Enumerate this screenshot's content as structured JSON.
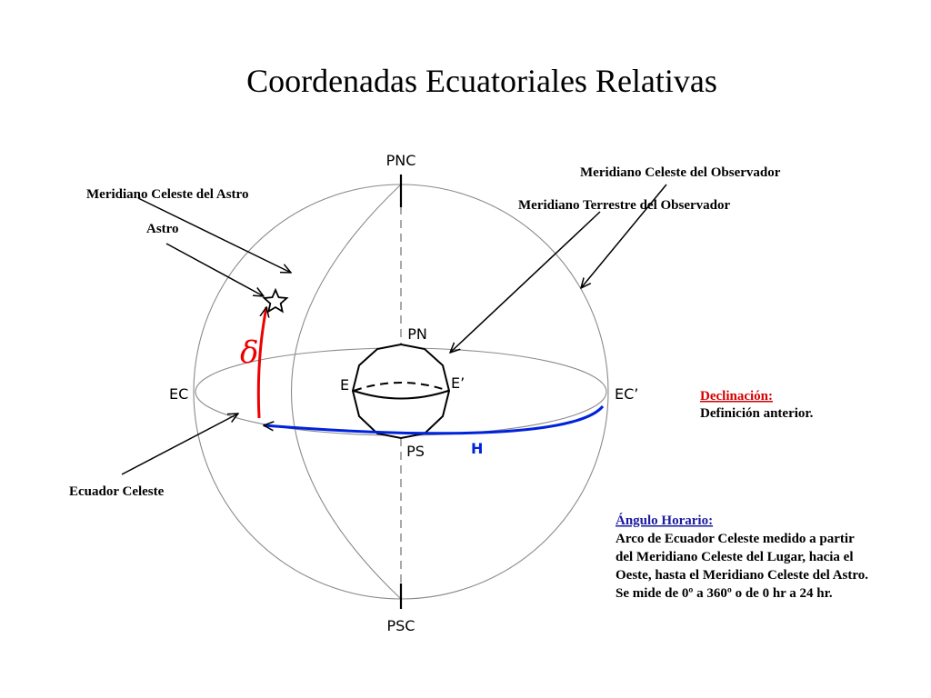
{
  "title": "Coordenadas Ecuatoriales Relativas",
  "labels": {
    "pnc": "PNC",
    "psc": "PSC",
    "pn": "PN",
    "ps": "PS",
    "ec": "EC",
    "ec_prime": "EC’",
    "e": "E",
    "e_prime": "E’",
    "h": "H",
    "delta": "δ"
  },
  "callouts": {
    "meridiano_celeste_astro": "Meridiano Celeste del Astro",
    "astro": "Astro",
    "meridiano_celeste_observador": "Meridiano Celeste del Observador",
    "meridiano_terrestre_observador": "Meridiano Terrestre del Observador",
    "ecuador_celeste": "Ecuador Celeste"
  },
  "declinacion": {
    "heading": "Declinación:",
    "text": "Definición anterior."
  },
  "angulo_horario": {
    "heading": "Ángulo Horario:",
    "lines": [
      "Arco de Ecuador Celeste medido a partir",
      "del Meridiano Celeste del Lugar, hacia el",
      "Oeste, hasta el Meridiano Celeste del Astro.",
      "Se mide de 0º a 360º o de 0 hr a 24 hr."
    ]
  },
  "colors": {
    "declination_arc": "#ee0000",
    "hour_angle_arc": "#0022dd",
    "declinacion_heading": "#d40000",
    "angulo_horario_heading": "#1a1aa0"
  },
  "icons": {
    "astro": "star-outline-icon"
  }
}
